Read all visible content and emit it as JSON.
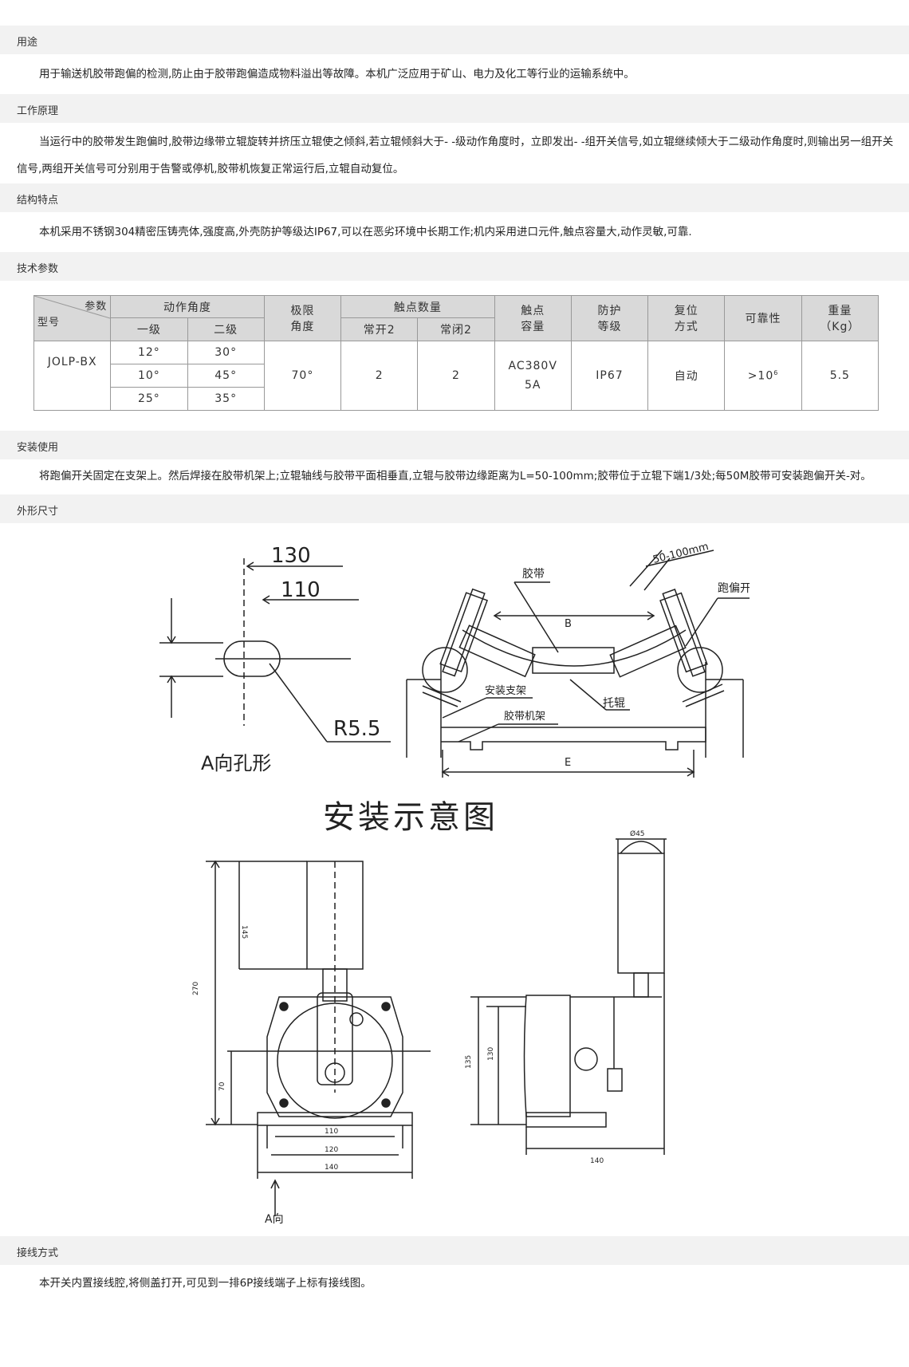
{
  "sections": {
    "usage": {
      "heading": "用途",
      "text": "用于输送机胶带跑偏的检测,防止由于胶带跑偏造成物料溢出等故障。本机广泛应用于矿山、电力及化工等行业的运输系统中。"
    },
    "principle": {
      "heading": "工作原理",
      "text": "当运行中的胶带发生跑偏时,胶带边缘带立辊旋转并挤压立辊使之倾斜,若立辊倾斜大于- -级动作角度时，立即发出- -组开关信号,如立辊继续倾大于二级动作角度时,则输出另一组开关信号,两组开关信号可分别用于告警或停机,胶带机恢复正常运行后,立辊自动复位。"
    },
    "structure": {
      "heading": "结构特点",
      "text": "本机采用不锈钢304精密压铸壳体,强度高,外壳防护等级达IP67,可以在恶劣环境中长期工作;机内采用进口元件,触点容量大,动作灵敏,可靠."
    },
    "params": {
      "heading": "技术参数"
    },
    "install": {
      "heading": "安装使用",
      "text": "将跑偏开关固定在支架上。然后焊接在胶带机架上;立辊轴线与胶带平面相垂直,立辊与胶带边缘距离为L=50-100mm;胶带位于立辊下端1/3处;每50M胶带可安装跑偏开关-对。"
    },
    "dimensions": {
      "heading": "外形尺寸"
    },
    "wiring": {
      "heading": "接线方式",
      "text": "本开关内置接线腔,将侧盖打开,可见到一排6P接线端子上标有接线图。"
    }
  },
  "table": {
    "corner_param": "参数",
    "corner_model": "型号",
    "h_action_angle": "动作角度",
    "h_level1": "一级",
    "h_level2": "二级",
    "h_limit": "极限",
    "h_limit2": "角度",
    "h_contacts": "触点数量",
    "h_no": "常开2",
    "h_nc": "常闭2",
    "h_capacity": "触点",
    "h_capacity2": "容量",
    "h_protect": "防护",
    "h_protect2": "等级",
    "h_reset": "复位",
    "h_reset2": "方式",
    "h_reliability": "可靠性",
    "h_weight": "重量",
    "h_weight2": "（Kg）",
    "model": "JOLP-BX",
    "rows": [
      {
        "l1": "12°",
        "l2": "30°"
      },
      {
        "l1": "10°",
        "l2": "45°"
      },
      {
        "l1": "25°",
        "l2": "35°"
      }
    ],
    "limit": "70°",
    "no": "2",
    "nc": "2",
    "capacity": "AC380V",
    "capacity2": "5A",
    "protect": "IP67",
    "reset": "自动",
    "reliability_base": ">10",
    "reliability_exp": "6",
    "weight": "5.5"
  },
  "diagram": {
    "dim_130": "130",
    "dim_110": "110",
    "radius": "R5.5",
    "hole_caption": "A向孔形",
    "belt": "胶带",
    "switch": "跑偏开关",
    "gap": "50-100mm",
    "b": "B",
    "bracket": "安装支架",
    "frame": "胶带机架",
    "idler": "托辊",
    "e": "E",
    "install_title": "安装示意图",
    "d45": "Ø45",
    "d145": "145",
    "d270": "270",
    "d70": "70",
    "d110": "110",
    "d120": "120",
    "d140": "140",
    "d135": "135",
    "d130": "130",
    "d140b": "140",
    "a_dir": "A向"
  }
}
